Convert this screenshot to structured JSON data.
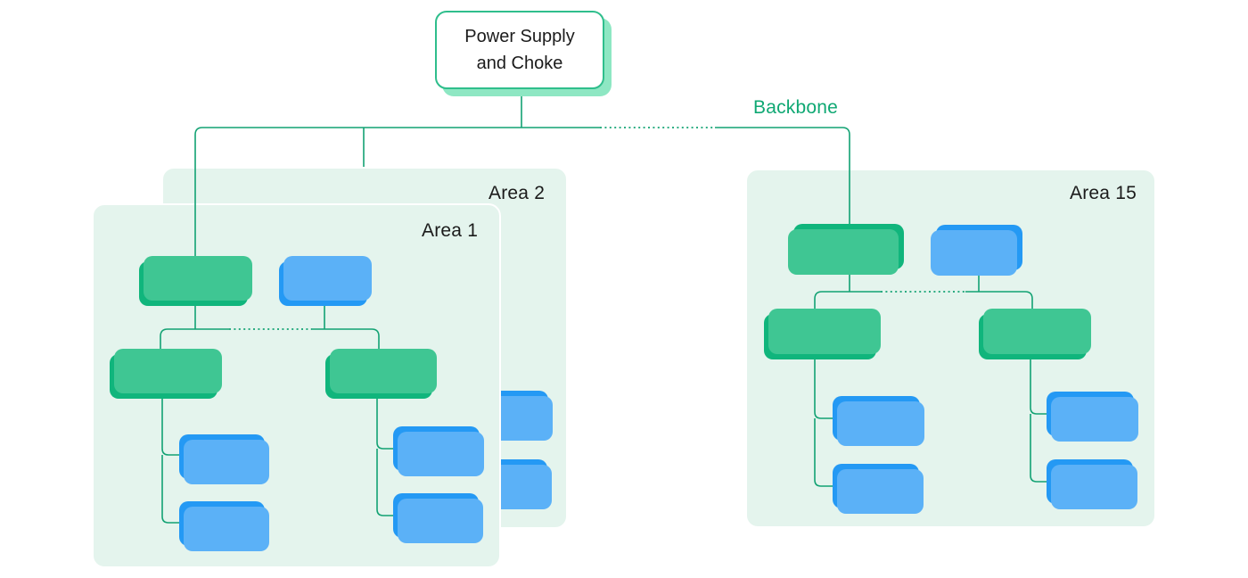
{
  "diagram": {
    "title_line1": "Power Supply",
    "title_line2": "and Choke",
    "backbone_label": "Backbone",
    "areas": {
      "area1": {
        "label": "Area 1"
      },
      "area2": {
        "label": "Area 2"
      },
      "area15": {
        "label": "Area 15"
      }
    }
  },
  "colors": {
    "panel_background": "#e4f4ed",
    "node_green": "#10b57c",
    "node_green_light": "#3fc693",
    "node_blue": "#2499f4",
    "node_blue_light": "#5bb1f7",
    "connector_line": "#12a273",
    "title_box_border": "#2fbe8c",
    "title_box_shadow": "#8ee7c3",
    "backbone_text": "#0fa873",
    "label_text": "#1b1b1b"
  }
}
